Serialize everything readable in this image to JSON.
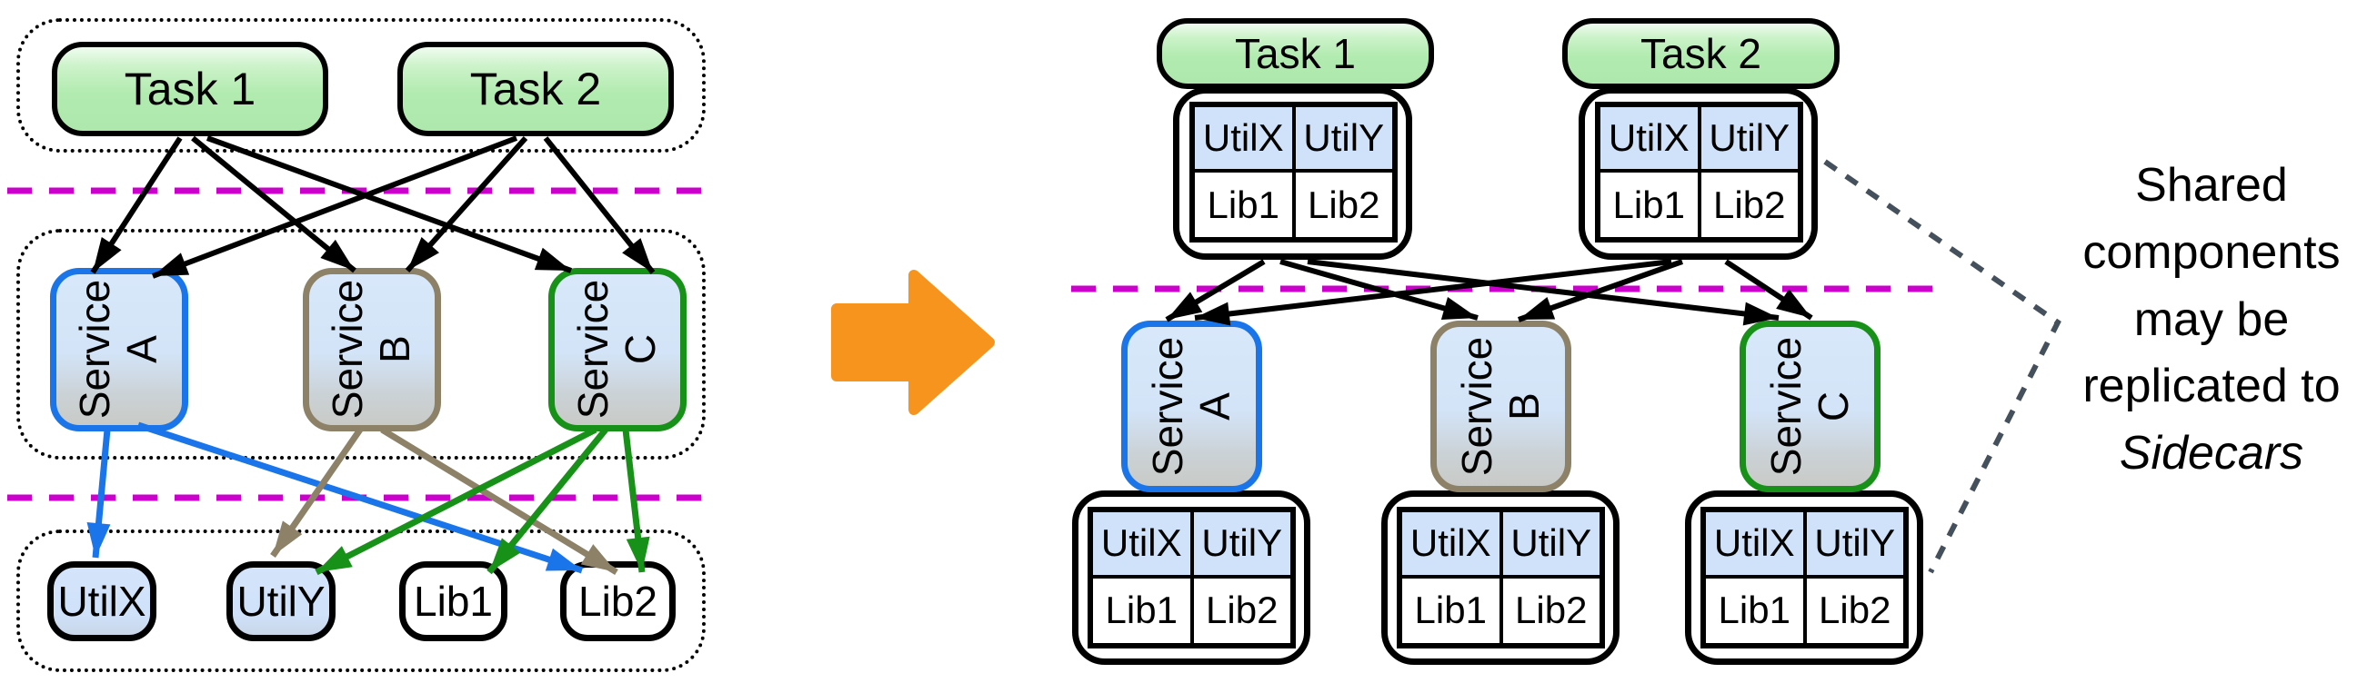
{
  "colors": {
    "black": "#000000",
    "magenta": "#cc00cc",
    "orange": "#f7941e",
    "arrow_blue": "#1a75eb",
    "arrow_tan": "#8d8168",
    "arrow_green": "#179117",
    "annotation_line": "#44505c",
    "service_a_border": "#1a75eb",
    "service_b_border": "#8d8168",
    "service_c_border": "#179117",
    "shared_fill": "#cfe2fa",
    "task_green": "#b2ebb0"
  },
  "left": {
    "tasks": [
      {
        "label": "Task 1"
      },
      {
        "label": "Task 2"
      }
    ],
    "services": [
      {
        "word": "Service",
        "letter": "A"
      },
      {
        "word": "Service",
        "letter": "B"
      },
      {
        "word": "Service",
        "letter": "C"
      }
    ],
    "components": [
      {
        "label": "UtilX"
      },
      {
        "label": "UtilY"
      },
      {
        "label": "Lib1"
      },
      {
        "label": "Lib2"
      }
    ]
  },
  "right": {
    "tasks": [
      {
        "label": "Task 1"
      },
      {
        "label": "Task 2"
      }
    ],
    "services": [
      {
        "word": "Service",
        "letter": "A"
      },
      {
        "word": "Service",
        "letter": "B"
      },
      {
        "word": "Service",
        "letter": "C"
      }
    ],
    "table": {
      "cells": [
        [
          "UtilX",
          "UtilY"
        ],
        [
          "Lib1",
          "Lib2"
        ]
      ]
    }
  },
  "annotation": {
    "lines": [
      "Shared",
      "components",
      "may be",
      "replicated to",
      "Sidecars"
    ]
  }
}
